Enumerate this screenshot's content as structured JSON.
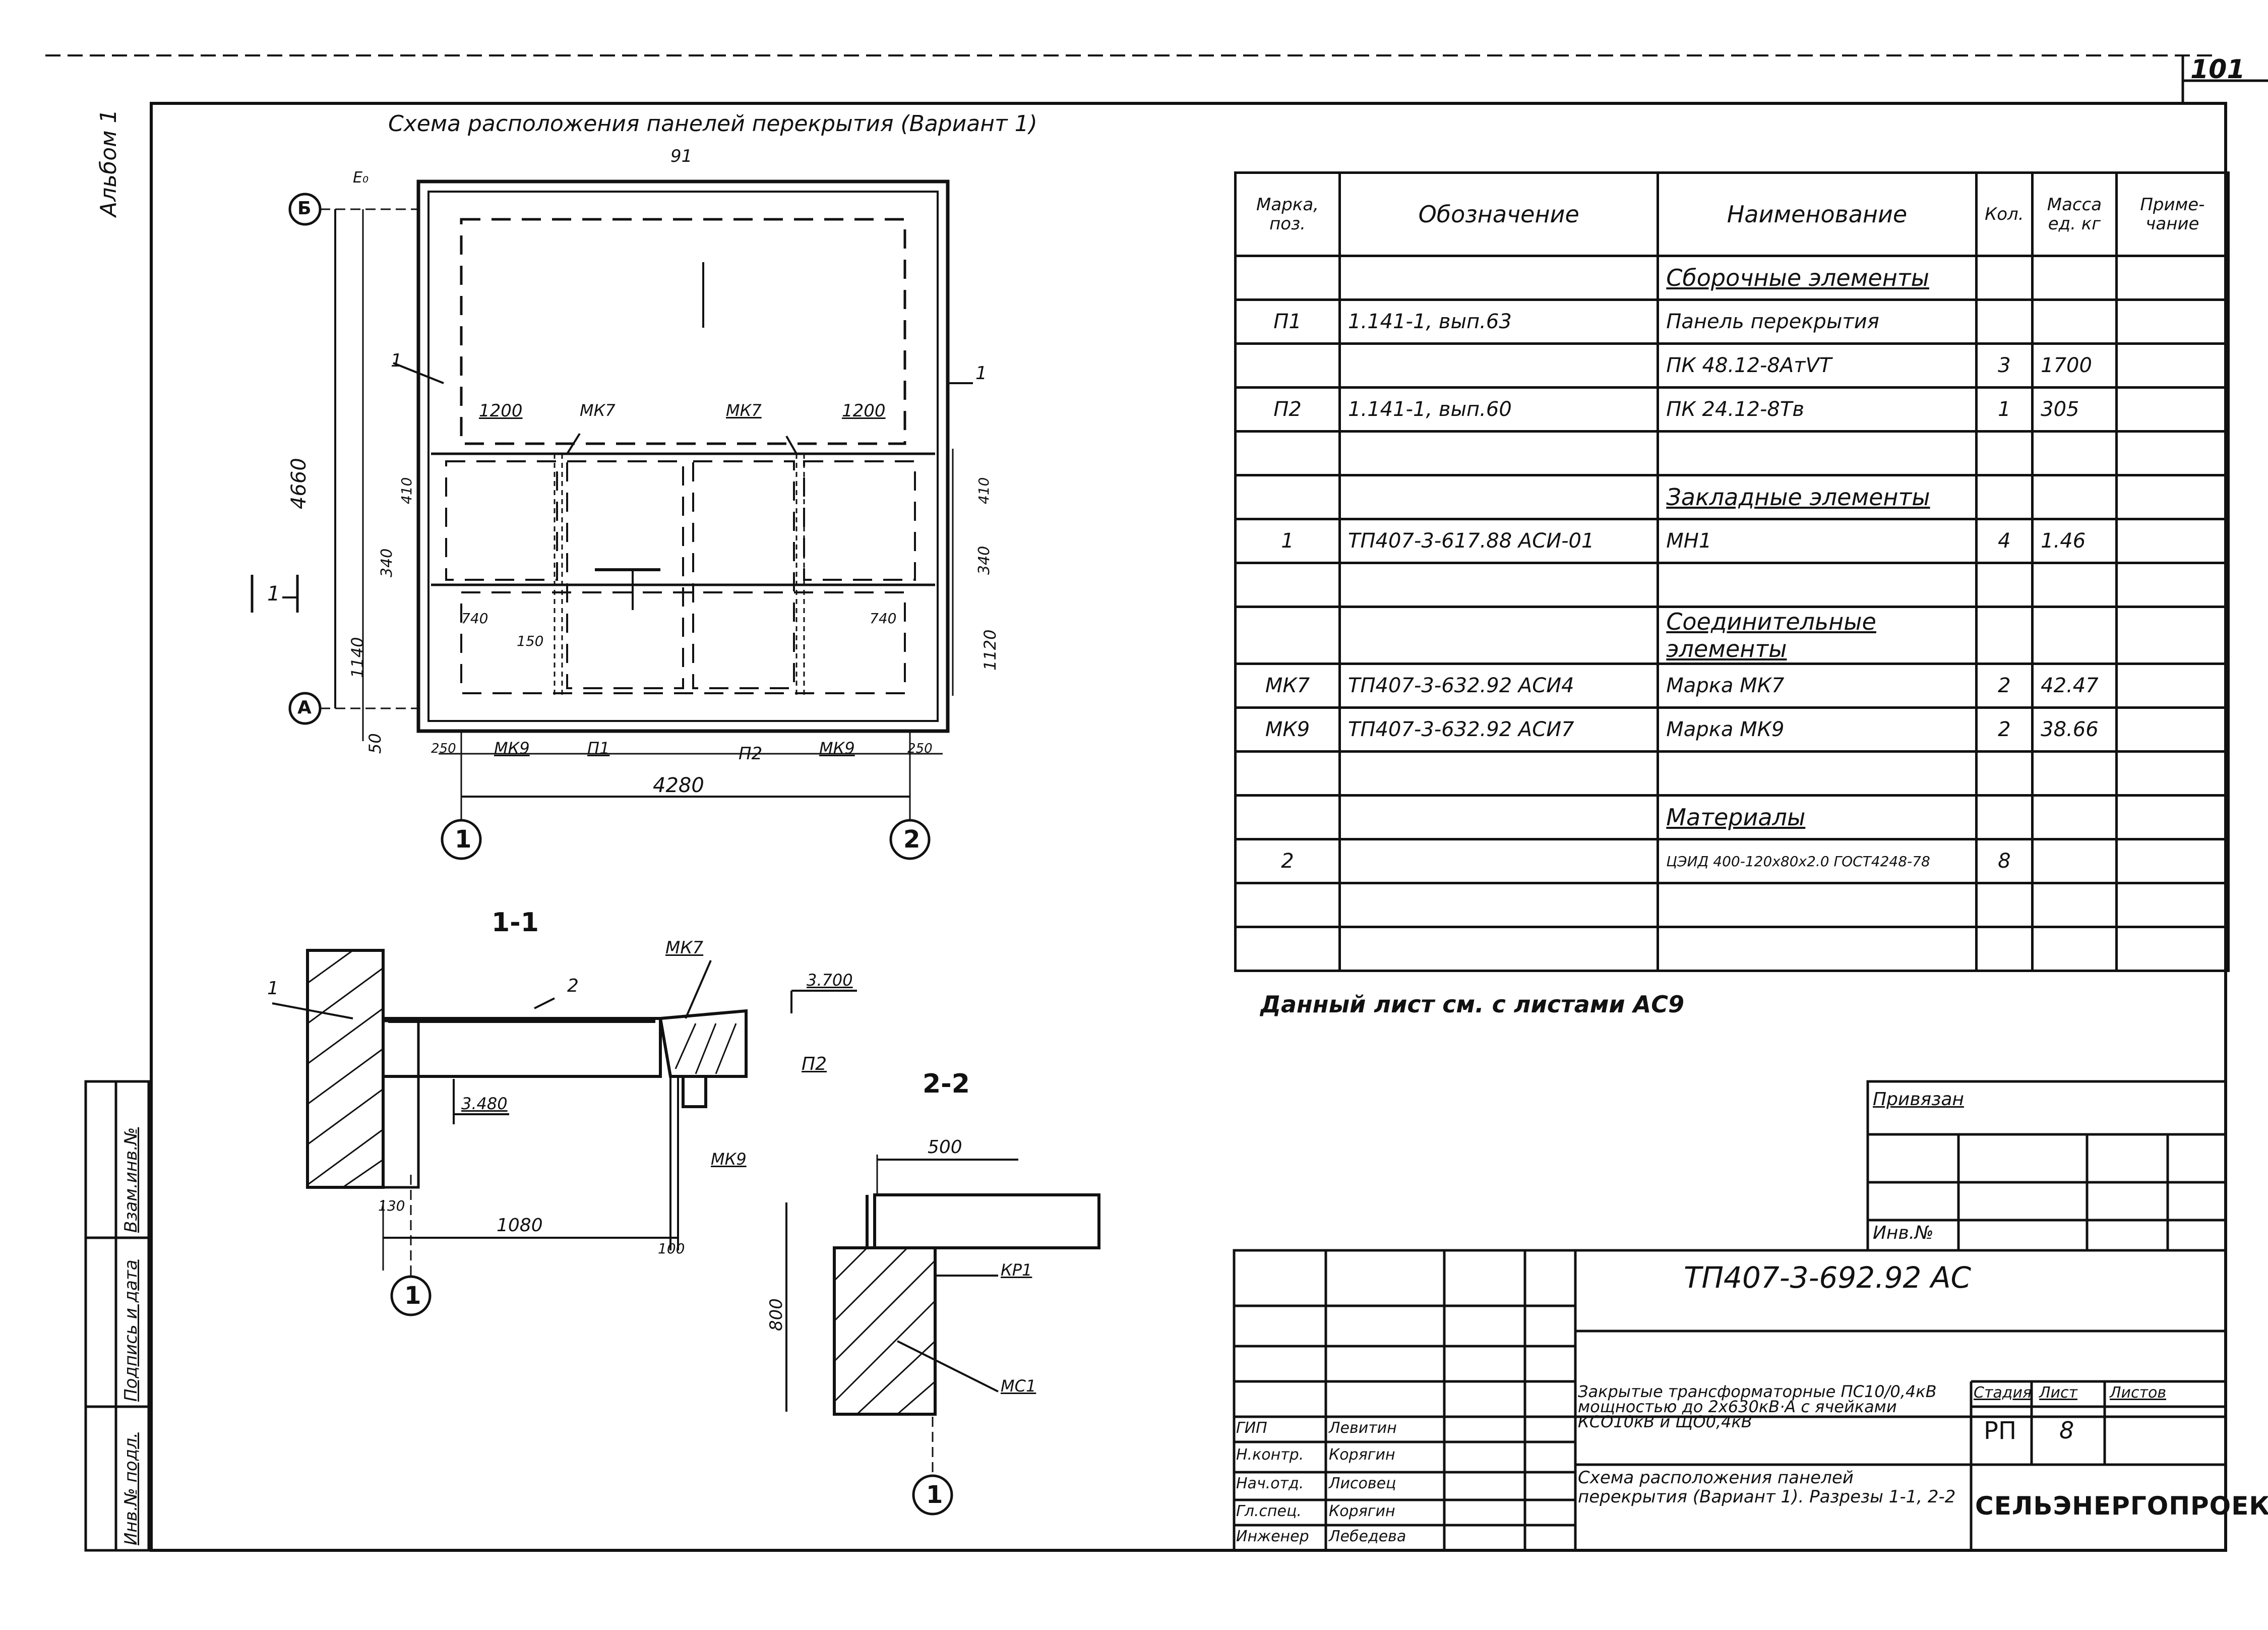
{
  "sheet_corner_number": "101",
  "album_label": "Альбом 1",
  "plan": {
    "title": "Схема расположения панелей перекрытия (Вариант 1)",
    "axis_labels": [
      "Б",
      "А",
      "1",
      "2"
    ],
    "dim_total_height": "4660",
    "dim_total_width": "4280",
    "dim_1200_left": "1200",
    "dim_1200_right": "1200",
    "dim_1140_left": "1140",
    "dim_1120_right": "1120",
    "dim_340_left": "340",
    "dim_340_right": "340",
    "dim_410_left": "410",
    "dim_410_right": "410",
    "dim_150": "150",
    "dim_50": "50",
    "dim_250_left": "250",
    "dim_250_right": "250",
    "dim_740_left": "740",
    "dim_740_right": "740",
    "dim_91": "91",
    "dim_e": "Е₀",
    "labels": {
      "mk7_left": "МК7",
      "mk7_right": "МК7",
      "mk9_left": "МК9",
      "mk9_right": "МК9",
      "p1": "П1",
      "p2": "П2",
      "pos1_left": "1",
      "pos1_right": "1",
      "section_mark": "1"
    }
  },
  "section_1": {
    "title": "1-1",
    "label_mk7": "МК7",
    "label_mk9": "МК9",
    "label_p2": "П2",
    "pos_1": "1",
    "pos_2": "2",
    "level_top": "3.700",
    "level_bottom": "3.480",
    "dim_1080": "1080",
    "dim_130": "130",
    "dim_100": "100",
    "axis": "1"
  },
  "section_2": {
    "title": "2-2",
    "dim_500": "500",
    "dim_800": "800",
    "label_kp1": "КР1",
    "label_mc1": "МС1",
    "axis": "1"
  },
  "spec_table": {
    "headers": [
      "Марка, поз.",
      "Обозначение",
      "Наименование",
      "Кол.",
      "Масса ед. кг",
      "Приме-чание"
    ],
    "rows": [
      {
        "mark": "",
        "designation": "",
        "name": "Сборочные элементы",
        "qty": "",
        "mass": "",
        "note": "",
        "section": true
      },
      {
        "mark": "П1",
        "designation": "1.141-1, вып.63",
        "name": "Панель перекрытия",
        "qty": "",
        "mass": "",
        "note": ""
      },
      {
        "mark": "",
        "designation": "",
        "name": "ПК 48.12-8АтⅤТ",
        "qty": "3",
        "mass": "1700",
        "note": ""
      },
      {
        "mark": "П2",
        "designation": "1.141-1, вып.60",
        "name": "ПК 24.12-8Тв",
        "qty": "1",
        "mass": "305",
        "note": ""
      },
      {
        "mark": "",
        "designation": "",
        "name": "",
        "qty": "",
        "mass": "",
        "note": ""
      },
      {
        "mark": "",
        "designation": "",
        "name": "Закладные элементы",
        "qty": "",
        "mass": "",
        "note": "",
        "section": true
      },
      {
        "mark": "1",
        "designation": "ТП407-3-617.88 АСИ-01",
        "name": "МН1",
        "qty": "4",
        "mass": "1.46",
        "note": ""
      },
      {
        "mark": "",
        "designation": "",
        "name": "",
        "qty": "",
        "mass": "",
        "note": ""
      },
      {
        "mark": "",
        "designation": "",
        "name": "Соединительные элементы",
        "qty": "",
        "mass": "",
        "note": "",
        "section": true
      },
      {
        "mark": "МК7",
        "designation": "ТП407-3-632.92 АСИ4",
        "name": "Марка МК7",
        "qty": "2",
        "mass": "42.47",
        "note": ""
      },
      {
        "mark": "МК9",
        "designation": "ТП407-3-632.92 АСИ7",
        "name": "Марка МК9",
        "qty": "2",
        "mass": "38.66",
        "note": ""
      },
      {
        "mark": "",
        "designation": "",
        "name": "",
        "qty": "",
        "mass": "",
        "note": ""
      },
      {
        "mark": "",
        "designation": "",
        "name": "Материалы",
        "qty": "",
        "mass": "",
        "note": "",
        "section": true
      },
      {
        "mark": "2",
        "designation": "",
        "name": "ЦЭИД 400-120х80х2.0 ГОСТ4248-78",
        "qty": "8",
        "mass": "",
        "note": ""
      },
      {
        "mark": "",
        "designation": "",
        "name": "",
        "qty": "",
        "mass": "",
        "note": ""
      },
      {
        "mark": "",
        "designation": "",
        "name": "",
        "qty": "",
        "mass": "",
        "note": ""
      }
    ]
  },
  "note_text": "Данный лист см. с листами АС9",
  "privyazan": "Привязан",
  "inv_no": "Инв.№",
  "side_stamps": [
    "Инв.№ подл.",
    "Подпись и дата",
    "Взам.инв.№"
  ],
  "title_block": {
    "doc_code": "ТП407-3-692.92 АС",
    "project_name": "Закрытые трансформаторные ПС10/0,4кВ мощностью до 2х630кВ·А с ячейками КСО10кВ и ЩО0,4кВ",
    "sheet_name": "Схема расположения панелей перекрытия (Вариант 1). Разрезы 1-1, 2-2",
    "stage_label": "Стадия",
    "sheet_label": "Лист",
    "sheets_label": "Листов",
    "stage": "РП",
    "sheet": "8",
    "organization": "СЕЛЬЭНЕРГОПРОЕКТ",
    "people": [
      {
        "role": "ГИП",
        "name": "Левитин"
      },
      {
        "role": "Н.контр.",
        "name": "Корягин"
      },
      {
        "role": "Нач.отд.",
        "name": "Лисовец"
      },
      {
        "role": "Гл.спец.",
        "name": "Корягин"
      },
      {
        "role": "Инженер",
        "name": "Лебедева"
      }
    ]
  }
}
